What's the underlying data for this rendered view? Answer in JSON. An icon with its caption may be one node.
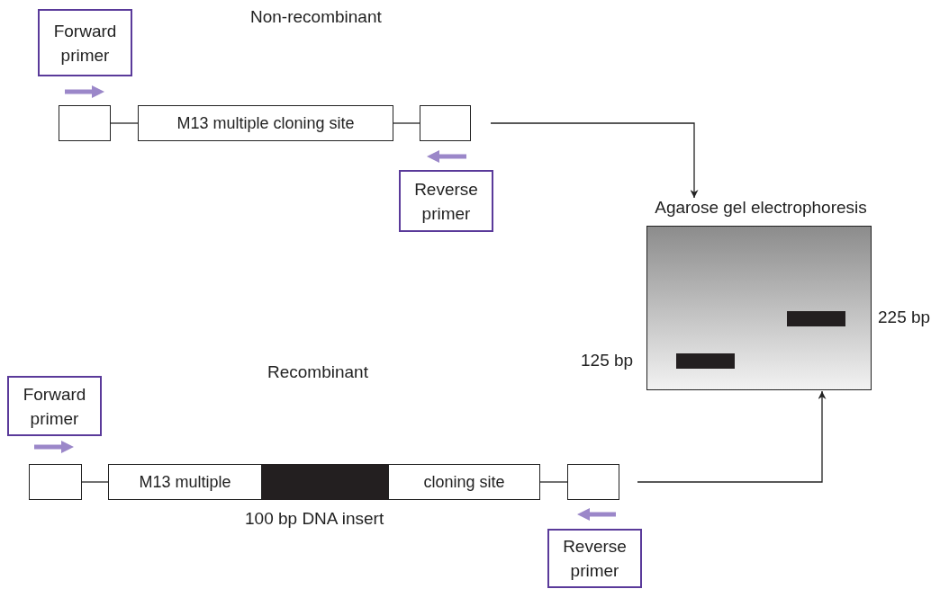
{
  "diagram": {
    "nodes": [
      {
        "text": [
          "Forward primer"
        ]
      },
      {
        "text": [],
        "shape": "box"
      },
      {
        "text": [
          "M13 multiple cloning site"
        ]
      },
      {
        "text": [],
        "shape": "box"
      },
      {
        "text": [
          "Reverse primer"
        ]
      },
      {
        "text": [
          "Agarose gel electrophoresis"
        ]
      },
      {
        "text": [],
        "shape": "bar",
        "in": 5,
        "beside": [
          "225 bp"
        ]
      },
      {
        "text": [],
        "shape": "bar",
        "in": 5,
        "beside": [
          "125 bp"
        ]
      },
      {
        "text": [
          "Forward primer"
        ]
      },
      {
        "text": [],
        "shape": "box"
      },
      {
        "text": [
          "M13 multiple"
        ]
      },
      {
        "text": [],
        "shape": "bar",
        "beside": [
          "100 bp DNA insert"
        ]
      },
      {
        "text": [
          "cloning site"
        ]
      },
      {
        "text": [],
        "shape": "box"
      },
      {
        "text": [
          "Reverse primer"
        ]
      }
    ],
    "edges": [
      {
        "from": 1,
        "to": 2,
        "arrow": "none"
      },
      {
        "from": 2,
        "to": 3,
        "arrow": "none"
      },
      {
        "from": null,
        "to": 5,
        "arrow": "to"
      },
      {
        "from": 9,
        "to": 10,
        "arrow": "none"
      },
      {
        "from": 12,
        "to": 13,
        "arrow": "none"
      },
      {
        "from": null,
        "to": 5,
        "arrow": "to"
      }
    ],
    "labels": [
      "Non-recombinant",
      "Recombinant"
    ]
  }
}
